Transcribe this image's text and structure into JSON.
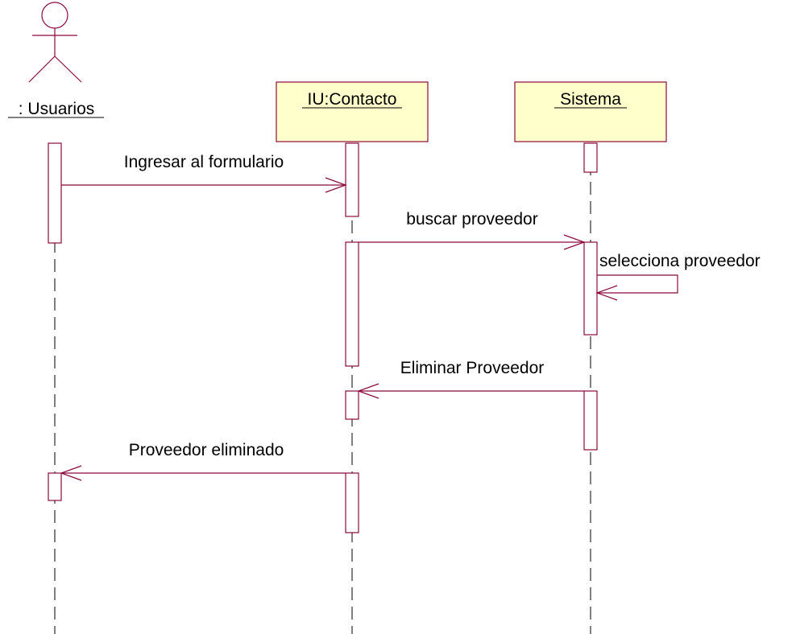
{
  "colors": {
    "line": "#8b0a3b",
    "box_fill": "#ffffcc",
    "background": "#ffffff",
    "text": "#000000"
  },
  "actor": {
    "label": ": Usuarios"
  },
  "objects": [
    {
      "label": "IU:Contacto"
    },
    {
      "label": "Sistema"
    }
  ],
  "messages": [
    {
      "label": "Ingresar al formulario",
      "from": "Usuarios",
      "to": "IU:Contacto"
    },
    {
      "label": "buscar proveedor",
      "from": "IU:Contacto",
      "to": "Sistema"
    },
    {
      "label": "selecciona proveedor",
      "from": "Sistema",
      "to": "Sistema"
    },
    {
      "label": "Eliminar Proveedor",
      "from": "Sistema",
      "to": "IU:Contacto"
    },
    {
      "label": "Proveedor eliminado",
      "from": "IU:Contacto",
      "to": "Usuarios"
    }
  ]
}
